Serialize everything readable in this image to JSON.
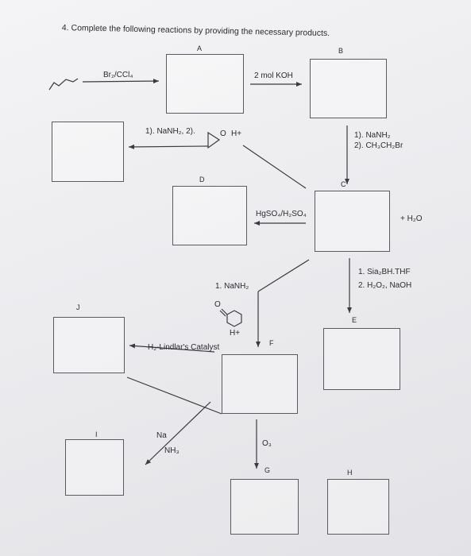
{
  "question": "4. Complete the following reactions by providing the necessary products.",
  "labels": {
    "A": "A",
    "B": "B",
    "C": "C",
    "D": "D",
    "E": "E",
    "F": "F",
    "G": "G",
    "H": "H",
    "I": "I",
    "J": "J"
  },
  "reagents": {
    "br2_ccl4": "Br₂/CCl₄",
    "koh": "2 mol KOH",
    "nanh2_step": "1). NaNH₂, 2).",
    "h_plus_top": "H+",
    "epoxide_o": "O",
    "nanh2_alkyl_1": "1). NaNH₂",
    "nanh2_alkyl_2": "2). CH₃CH₂Br",
    "hgso4": "HgSO₄/H₂SO₄",
    "water": "+ H₂O",
    "hydroboration_1": "1. Sia₂BH.THF",
    "hydroboration_2": "2. H₂O₂, NaOH",
    "nanh2_ketone": "1. NaNH₂",
    "ketone_o": "O",
    "h_plus_mid": "H+",
    "lindlar": "H₂-Lindlar's Catalyst",
    "na": "Na",
    "nh3": "NH₃",
    "ozone": "O₃"
  }
}
